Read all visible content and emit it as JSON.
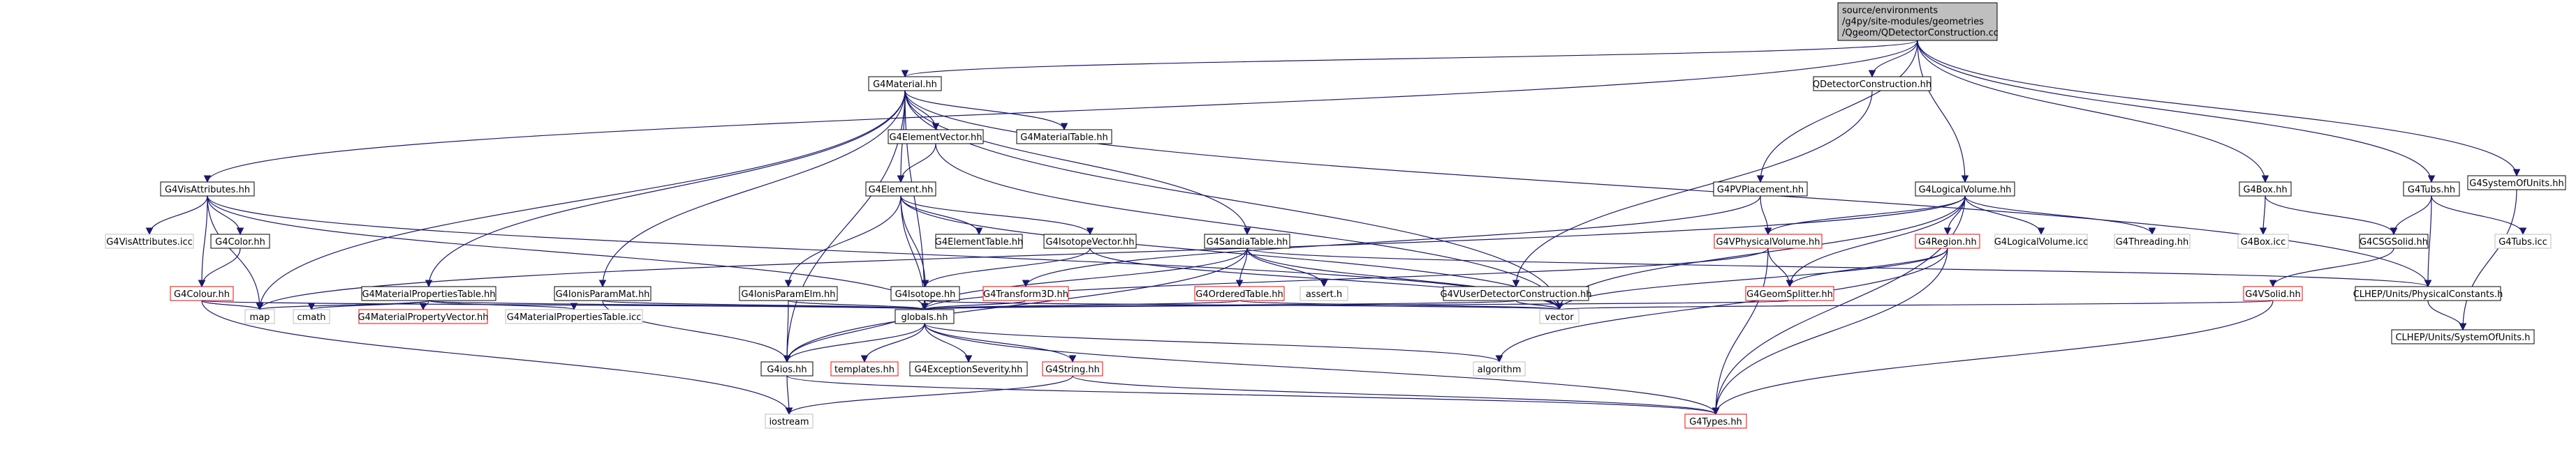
{
  "colors": {
    "edge": "#191970",
    "root_fill": "#bfbfbf",
    "box_border_black": "#000000",
    "box_border_red": "#ff0000",
    "box_border_gray": "#bfbfbf",
    "box_fill": "#ffffff"
  },
  "nodes": {
    "root": {
      "label_lines": [
        "source/environments",
        "/g4py/site-modules/geometries",
        "/Qgeom/QDetectorConstruction.cc"
      ]
    },
    "G4Material_hh": {
      "label": "G4Material.hh"
    },
    "QDetectorConstruction_hh": {
      "label": "QDetectorConstruction.hh"
    },
    "G4SystemOfUnits_hh": {
      "label": "G4SystemOfUnits.hh"
    },
    "G4VisAttributes_hh": {
      "label": "G4VisAttributes.hh"
    },
    "G4ElementVector_hh": {
      "label": "G4ElementVector.hh"
    },
    "G4MaterialTable_hh": {
      "label": "G4MaterialTable.hh"
    },
    "G4Element_hh": {
      "label": "G4Element.hh"
    },
    "G4PVPlacement_hh": {
      "label": "G4PVPlacement.hh"
    },
    "G4LogicalVolume_hh": {
      "label": "G4LogicalVolume.hh"
    },
    "G4Box_hh": {
      "label": "G4Box.hh"
    },
    "G4Tubs_hh": {
      "label": "G4Tubs.hh"
    },
    "G4VisAttributes_icc": {
      "label": "G4VisAttributes.icc"
    },
    "G4Color_hh": {
      "label": "G4Color.hh"
    },
    "G4ElementTable_hh": {
      "label": "G4ElementTable.hh"
    },
    "G4IsotopeVector_hh": {
      "label": "G4IsotopeVector.hh"
    },
    "G4SandiaTable_hh": {
      "label": "G4SandiaTable.hh"
    },
    "G4VPhysicalVolume_hh": {
      "label": "G4VPhysicalVolume.hh"
    },
    "G4LogicalVolume_icc": {
      "label": "G4LogicalVolume.icc"
    },
    "G4Threading_hh": {
      "label": "G4Threading.hh"
    },
    "G4Region_hh": {
      "label": "G4Region.hh"
    },
    "G4Box_icc": {
      "label": "G4Box.icc"
    },
    "G4CSGSolid_hh": {
      "label": "G4CSGSolid.hh"
    },
    "G4Tubs_icc": {
      "label": "G4Tubs.icc"
    },
    "G4Colour_hh": {
      "label": "G4Colour.hh"
    },
    "G4MaterialPropertiesTable_hh": {
      "label": "G4MaterialPropertiesTable.hh"
    },
    "G4IonisParamMat_hh": {
      "label": "G4IonisParamMat.hh"
    },
    "G4IonisParamElm_hh": {
      "label": "G4IonisParamElm.hh"
    },
    "G4Isotope_hh": {
      "label": "G4Isotope.hh"
    },
    "G4Transform3D_hh": {
      "label": "G4Transform3D.hh"
    },
    "G4OrderedTable_hh": {
      "label": "G4OrderedTable.hh"
    },
    "assert_h": {
      "label": "assert.h"
    },
    "G4VUserDetectorConstruction_hh": {
      "label": "G4VUserDetectorConstruction.hh"
    },
    "G4GeomSplitter_hh": {
      "label": "G4GeomSplitter.hh"
    },
    "G4VSolid_hh": {
      "label": "G4VSolid.hh"
    },
    "CLHEP_PhysicalConstants_h": {
      "label": "CLHEP/Units/PhysicalConstants.h"
    },
    "map": {
      "label": "map"
    },
    "cmath": {
      "label": "cmath"
    },
    "G4MaterialPropertyVector_hh": {
      "label": "G4MaterialPropertyVector.hh"
    },
    "G4MaterialPropertiesTable_icc": {
      "label": "G4MaterialPropertiesTable.icc"
    },
    "globals_hh": {
      "label": "globals.hh"
    },
    "vector": {
      "label": "vector"
    },
    "CLHEP_SystemOfUnits_h": {
      "label": "CLHEP/Units/SystemOfUnits.h"
    },
    "G4ios_hh": {
      "label": "G4ios.hh"
    },
    "templates_hh": {
      "label": "templates.hh"
    },
    "G4ExceptionSeverity_hh": {
      "label": "G4ExceptionSeverity.hh"
    },
    "G4String_hh": {
      "label": "G4String.hh"
    },
    "algorithm": {
      "label": "algorithm"
    },
    "iostream": {
      "label": "iostream"
    },
    "G4Types_hh": {
      "label": "G4Types.hh"
    }
  }
}
